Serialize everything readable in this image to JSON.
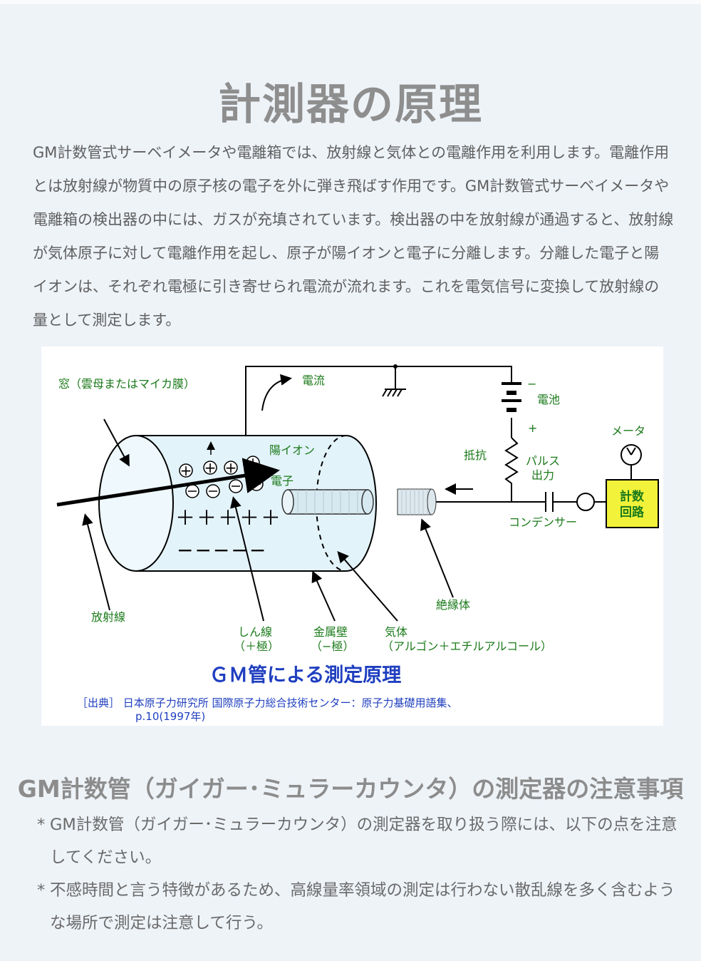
{
  "page": {
    "title": "計測器の原理",
    "intro": "GM計数管式サーベイメータや電離箱では、放射線と気体との電離作用を利用します。電離作用とは放射線が物質中の原子核の電子を外に弾き飛ばす作用です。GM計数管式サーベイメータや電離箱の検出器の中には、ガスが充填されています。検出器の中を放射線が通過すると、放射線が気体原子に対して電離作用を起し、原子が陽イオンと電子に分離します。分離した電子と陽イオンは、それぞれ電極に引き寄せられ電流が流れます。これを電気信号に変換して放射線の量として測定します。"
  },
  "diagram": {
    "labels": {
      "window": "窓（雲母またはマイカ膜）",
      "current": "電流",
      "battery": "電池",
      "battery_minus": "−",
      "battery_plus": "+",
      "meter": "メータ",
      "resistor": "抵抗",
      "pulse_line1": "パルス",
      "pulse_line2": "出力",
      "cation": "陽イオン",
      "electron": "電子",
      "counter_line1": "計数",
      "counter_line2": "回路",
      "capacitor": "コンデンサー",
      "radiation": "放射線",
      "insulator": "絶縁体",
      "anode_line1": "しん線",
      "anode_line2": "（＋極）",
      "wall_line1": "金属壁",
      "wall_line2": "（−極）",
      "gas_line1": "気体",
      "gas_line2": "（アルゴン＋エチルアルコール）",
      "plus_row": "＋＋＋＋＋",
      "minus_row": "−−−−−"
    },
    "caption": "ＧＭ管による測定原理",
    "source_line1": "［出典］ 日本原子力研究所 国際原子力総合技術センター：原子力基礎用語集、",
    "source_line2": "p.10(1997年)"
  },
  "notes": {
    "heading": "GM計数管（ガイガー･ミュラーカウンタ）の測定器の注意事項",
    "bullet": "*",
    "items": [
      "GM計数管（ガイガー･ミュラーカウンタ）の測定器を取り扱う際には、以下の点を注意してください。",
      "不感時間と言う特徴があるため、高線量率領域の測定は行わない散乱線を多く含むような場所で測定は注意して行う。"
    ]
  },
  "colors": {
    "page_bg": "#eef3f8",
    "diagram_label": "#1a7a1a",
    "diagram_title": "#1f3fbf",
    "counter_box": "#f2f23a",
    "tube_fill": "#e3f3fa"
  }
}
